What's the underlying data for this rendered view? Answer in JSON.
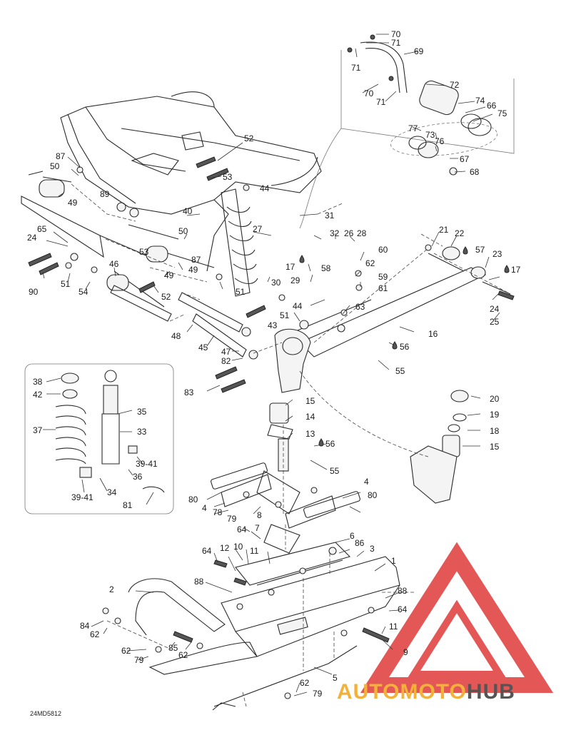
{
  "document_id": "24MD5812",
  "watermark": {
    "brand_part1": "AUTOMOTO",
    "brand_part2": "HUB",
    "color_primary": "#e03a3a",
    "color_secondary": "#f2b23a",
    "color_text_dark": "#555555"
  },
  "callouts": [
    {
      "id": "c70a",
      "label": "70"
    },
    {
      "id": "c71a",
      "label": "71"
    },
    {
      "id": "c69",
      "label": "69"
    },
    {
      "id": "c71b",
      "label": "71"
    },
    {
      "id": "c72",
      "label": "72"
    },
    {
      "id": "c70b",
      "label": "70"
    },
    {
      "id": "c71c",
      "label": "71"
    },
    {
      "id": "c74",
      "label": "74"
    },
    {
      "id": "c66",
      "label": "66"
    },
    {
      "id": "c75",
      "label": "75"
    },
    {
      "id": "c77",
      "label": "77"
    },
    {
      "id": "c73",
      "label": "73"
    },
    {
      "id": "c76",
      "label": "76"
    },
    {
      "id": "c67",
      "label": "67"
    },
    {
      "id": "c68",
      "label": "68"
    },
    {
      "id": "c52a",
      "label": "52"
    },
    {
      "id": "c87a",
      "label": "87"
    },
    {
      "id": "c50a",
      "label": "50"
    },
    {
      "id": "c53a",
      "label": "53"
    },
    {
      "id": "c44a",
      "label": "44"
    },
    {
      "id": "c89",
      "label": "89"
    },
    {
      "id": "c49a",
      "label": "49"
    },
    {
      "id": "c40",
      "label": "40"
    },
    {
      "id": "c31",
      "label": "31"
    },
    {
      "id": "c65",
      "label": "65"
    },
    {
      "id": "c24a",
      "label": "24"
    },
    {
      "id": "c50b",
      "label": "50"
    },
    {
      "id": "c27",
      "label": "27"
    },
    {
      "id": "c32",
      "label": "32"
    },
    {
      "id": "c26",
      "label": "26"
    },
    {
      "id": "c28",
      "label": "28"
    },
    {
      "id": "c21",
      "label": "21"
    },
    {
      "id": "c22",
      "label": "22"
    },
    {
      "id": "c53b",
      "label": "53"
    },
    {
      "id": "c87b",
      "label": "87"
    },
    {
      "id": "c60",
      "label": "60"
    },
    {
      "id": "c57",
      "label": "57"
    },
    {
      "id": "c23",
      "label": "23"
    },
    {
      "id": "c17a",
      "label": "17"
    },
    {
      "id": "c17b",
      "label": "17"
    },
    {
      "id": "c62a",
      "label": "62"
    },
    {
      "id": "c58",
      "label": "58"
    },
    {
      "id": "c90",
      "label": "90"
    },
    {
      "id": "c51a",
      "label": "51"
    },
    {
      "id": "c54",
      "label": "54"
    },
    {
      "id": "c46",
      "label": "46"
    },
    {
      "id": "c49b",
      "label": "49"
    },
    {
      "id": "c49c",
      "label": "49"
    },
    {
      "id": "c29",
      "label": "29"
    },
    {
      "id": "c59",
      "label": "59"
    },
    {
      "id": "c61",
      "label": "61"
    },
    {
      "id": "c52b",
      "label": "52"
    },
    {
      "id": "c51b",
      "label": "51"
    },
    {
      "id": "c30",
      "label": "30"
    },
    {
      "id": "c44b",
      "label": "44"
    },
    {
      "id": "c63",
      "label": "63"
    },
    {
      "id": "c24b",
      "label": "24"
    },
    {
      "id": "c25",
      "label": "25"
    },
    {
      "id": "c51c",
      "label": "51"
    },
    {
      "id": "c43",
      "label": "43"
    },
    {
      "id": "c16",
      "label": "16"
    },
    {
      "id": "c48",
      "label": "48"
    },
    {
      "id": "c45",
      "label": "45"
    },
    {
      "id": "c47",
      "label": "47"
    },
    {
      "id": "c82",
      "label": "82"
    },
    {
      "id": "c56a",
      "label": "56"
    },
    {
      "id": "c55a",
      "label": "55"
    },
    {
      "id": "c83",
      "label": "83"
    },
    {
      "id": "c38",
      "label": "38"
    },
    {
      "id": "c42",
      "label": "42"
    },
    {
      "id": "c15a",
      "label": "15"
    },
    {
      "id": "c20",
      "label": "20"
    },
    {
      "id": "c35",
      "label": "35"
    },
    {
      "id": "c14",
      "label": "14"
    },
    {
      "id": "c19",
      "label": "19"
    },
    {
      "id": "c37",
      "label": "37"
    },
    {
      "id": "c33",
      "label": "33"
    },
    {
      "id": "c18",
      "label": "18"
    },
    {
      "id": "c13",
      "label": "13"
    },
    {
      "id": "c15b",
      "label": "15"
    },
    {
      "id": "c56b",
      "label": "56"
    },
    {
      "id": "c39a",
      "label": "39-41"
    },
    {
      "id": "c36",
      "label": "36"
    },
    {
      "id": "c55b",
      "label": "55"
    },
    {
      "id": "c39b",
      "label": "39-41"
    },
    {
      "id": "c34",
      "label": "34"
    },
    {
      "id": "c4a",
      "label": "4"
    },
    {
      "id": "c80a",
      "label": "80"
    },
    {
      "id": "c80b",
      "label": "80"
    },
    {
      "id": "c81",
      "label": "81"
    },
    {
      "id": "c4b",
      "label": "4"
    },
    {
      "id": "c78",
      "label": "78"
    },
    {
      "id": "c79a",
      "label": "79"
    },
    {
      "id": "c8",
      "label": "8"
    },
    {
      "id": "c7",
      "label": "7"
    },
    {
      "id": "c64a",
      "label": "64"
    },
    {
      "id": "c6",
      "label": "6"
    },
    {
      "id": "c86",
      "label": "86"
    },
    {
      "id": "c10",
      "label": "10"
    },
    {
      "id": "c11a",
      "label": "11"
    },
    {
      "id": "c64b",
      "label": "64"
    },
    {
      "id": "c12",
      "label": "12"
    },
    {
      "id": "c3",
      "label": "3"
    },
    {
      "id": "c1",
      "label": "1"
    },
    {
      "id": "c88a",
      "label": "88"
    },
    {
      "id": "c2",
      "label": "2"
    },
    {
      "id": "c88b",
      "label": "88"
    },
    {
      "id": "c64c",
      "label": "64"
    },
    {
      "id": "c84",
      "label": "84"
    },
    {
      "id": "c62b",
      "label": "62"
    },
    {
      "id": "c11b",
      "label": "11"
    },
    {
      "id": "c85",
      "label": "85"
    },
    {
      "id": "c62c",
      "label": "62"
    },
    {
      "id": "c62d",
      "label": "62"
    },
    {
      "id": "c79b",
      "label": "79"
    },
    {
      "id": "c9",
      "label": "9"
    },
    {
      "id": "c5",
      "label": "5"
    },
    {
      "id": "c62e",
      "label": "62"
    },
    {
      "id": "c79c",
      "label": "79"
    }
  ]
}
